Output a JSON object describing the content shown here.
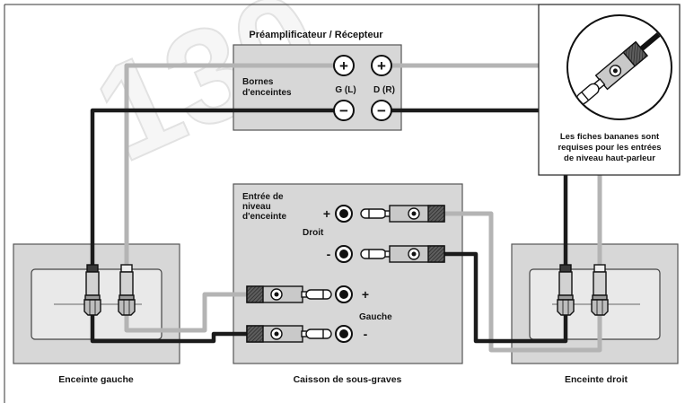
{
  "watermark": "130",
  "preamp": {
    "title": "Préamplificateur / Récepteur",
    "terminals_label": [
      "Bornes",
      "d'enceintes"
    ],
    "left_channel": "G (L)",
    "right_channel": "D (R)",
    "plus": "+",
    "minus": "−"
  },
  "subwoofer": {
    "input_label": [
      "Entrée de",
      "niveau",
      "d'enceinte"
    ],
    "right_channel": "Droit",
    "left_channel": "Gauche",
    "plus": "+",
    "minus": "-",
    "name": "Caisson de sous-graves"
  },
  "speakers": {
    "left": "Enceinte gauche",
    "right": "Enceinte droit"
  },
  "callout": {
    "lines": [
      "Les fiches bananes sont",
      "requises pour les entrées",
      "de niveau haut-parleur"
    ],
    "icon": "banana-plug-icon"
  },
  "colors": {
    "positive_wire": "#b4b4b4",
    "negative_wire": "#1b1b1b",
    "panel": "#d7d7d7"
  }
}
